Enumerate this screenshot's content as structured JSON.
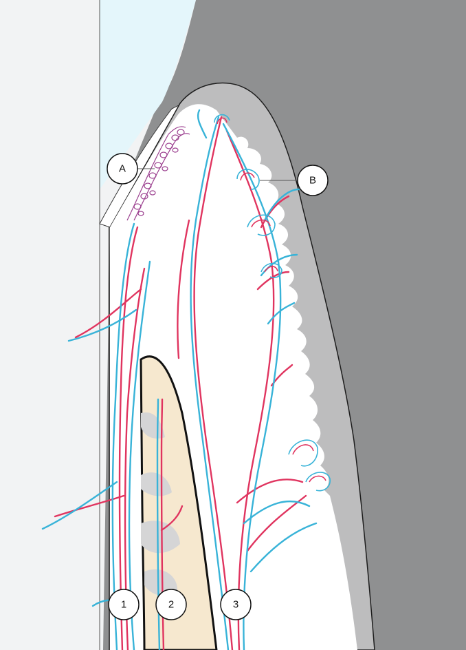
{
  "diagram": {
    "markers": [
      {
        "id": "marker-a",
        "label": "A"
      },
      {
        "id": "marker-b",
        "label": "B"
      },
      {
        "id": "marker-1",
        "label": "1"
      },
      {
        "id": "marker-2",
        "label": "2"
      },
      {
        "id": "marker-3",
        "label": "3"
      }
    ],
    "colors": {
      "gingiva": "#8f9091",
      "gingiva_dark": "#7e7f80",
      "connective_tissue": "#bdbdbe",
      "connective_light": "#ffffff",
      "bone": "#f6e8cf",
      "bone_shadow": "#d5d5d6",
      "tooth": "#f2f3f4",
      "enamel_tip": "#e4f6fb",
      "artery": "#e0345f",
      "vein": "#38b3d8",
      "plexus": "#9b3f8f",
      "outline": "#1d1d1d"
    }
  }
}
